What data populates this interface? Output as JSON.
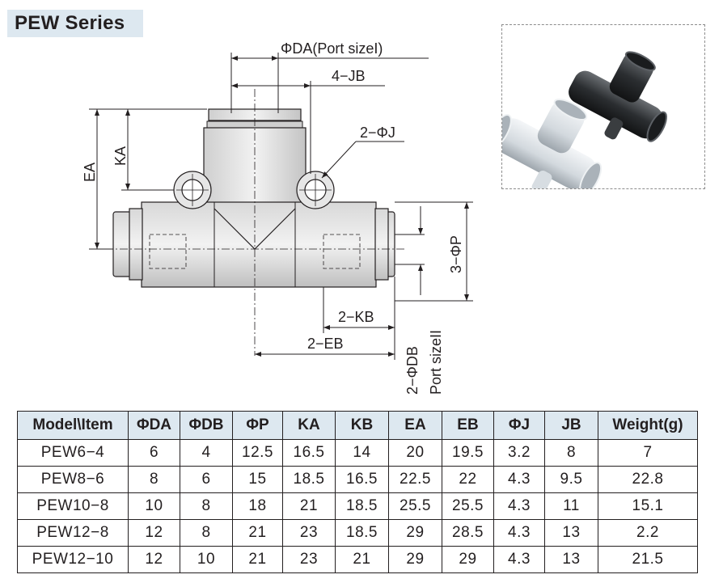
{
  "title": "PEW Series",
  "dimensions": {
    "da": "ΦDA(Port sizeI)",
    "jb": "4−JB",
    "j": "2−ΦJ",
    "ea": "EA",
    "ka": "KA",
    "p": "3−ΦP",
    "kb": "2−KB",
    "eb": "2−EB",
    "db": "2−ΦDB",
    "port2": "Port sizeII"
  },
  "table": {
    "headers": [
      "Model\\Item",
      "ΦDA",
      "ΦDB",
      "ΦP",
      "KA",
      "KB",
      "EA",
      "EB",
      "ΦJ",
      "JB",
      "Weight(g)"
    ],
    "rows": [
      [
        "PEW6−4",
        "6",
        "4",
        "12.5",
        "16.5",
        "14",
        "20",
        "19.5",
        "3.2",
        "8",
        "7"
      ],
      [
        "PEW8−6",
        "8",
        "6",
        "15",
        "18.5",
        "16.5",
        "22.5",
        "22",
        "4.3",
        "9.5",
        "22.8"
      ],
      [
        "PEW10−8",
        "10",
        "8",
        "18",
        "21",
        "18.5",
        "25.5",
        "25.5",
        "4.3",
        "11",
        "15.1"
      ],
      [
        "PEW12−8",
        "12",
        "8",
        "21",
        "23",
        "18.5",
        "29",
        "28.5",
        "4.3",
        "13",
        "2.2"
      ],
      [
        "PEW12−10",
        "12",
        "10",
        "21",
        "23",
        "21",
        "29",
        "29",
        "4.3",
        "13",
        "21.5"
      ]
    ]
  }
}
